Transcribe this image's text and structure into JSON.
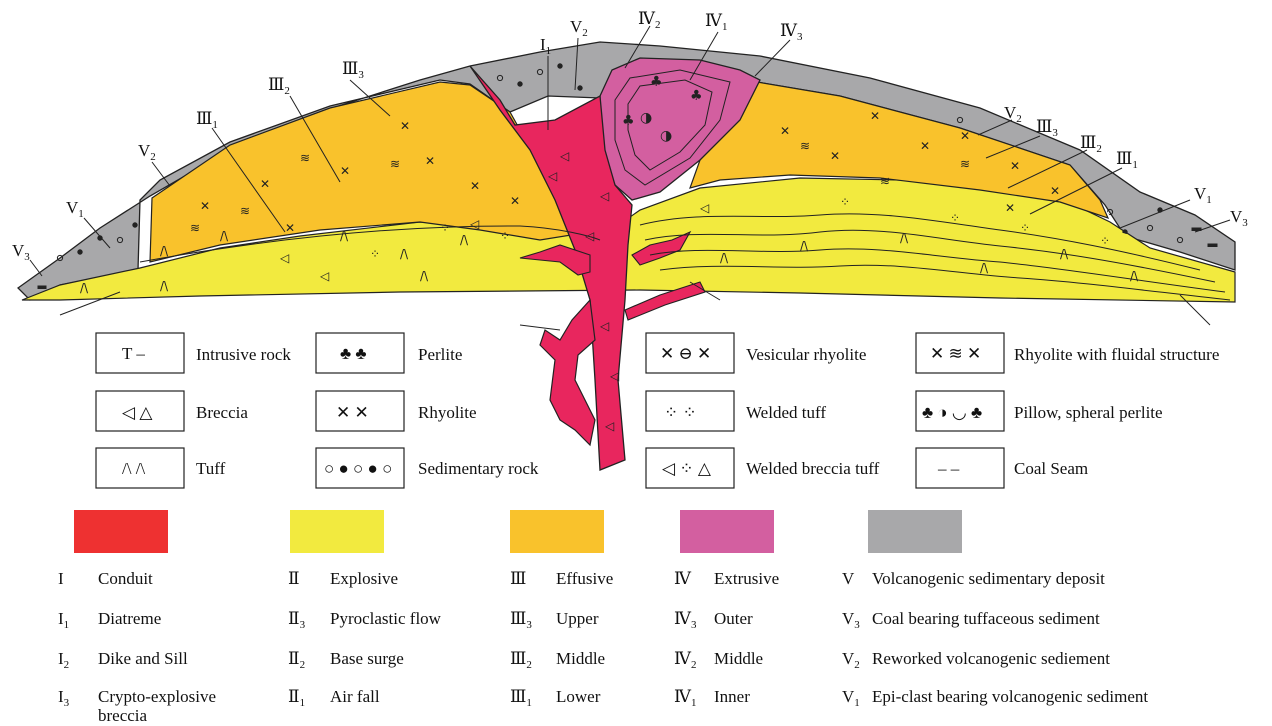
{
  "colors": {
    "conduit": "#e8265e",
    "explosive": "#f2ea3f",
    "effusive": "#f9c22c",
    "extrusive": "#d35fa0",
    "sedimentary": "#a8a8aa",
    "swatch_conduit": "#ee3131"
  },
  "section_labels": {
    "I1": {
      "main": "I",
      "sub": "1"
    },
    "IV2": {
      "main": "Ⅳ",
      "sub": "2"
    },
    "IV1": {
      "main": "Ⅳ",
      "sub": "1"
    },
    "IV3": {
      "main": "Ⅳ",
      "sub": "3"
    },
    "V2_top": {
      "main": "V",
      "sub": "2"
    },
    "III3_left": {
      "main": "Ⅲ",
      "sub": "3"
    },
    "III2_left": {
      "main": "Ⅲ",
      "sub": "2"
    },
    "III1_left": {
      "main": "Ⅲ",
      "sub": "1"
    },
    "V2_left": {
      "main": "V",
      "sub": "2"
    },
    "V1_left": {
      "main": "V",
      "sub": "1"
    },
    "V3_left": {
      "main": "V",
      "sub": "3"
    },
    "V2_right": {
      "main": "V",
      "sub": "2"
    },
    "III3_right": {
      "main": "Ⅲ",
      "sub": "3"
    },
    "III2_right": {
      "main": "Ⅲ",
      "sub": "2"
    },
    "III1_right": {
      "main": "Ⅲ",
      "sub": "1"
    },
    "V1_right": {
      "main": "V",
      "sub": "1"
    },
    "V3_right": {
      "main": "V",
      "sub": "3"
    }
  },
  "symbol_legend": [
    {
      "key": "intrusive",
      "label": "Intrusive rock",
      "symbol": "T –"
    },
    {
      "key": "perlite",
      "label": "Perlite",
      "symbol": "♣ ♣"
    },
    {
      "key": "vesicular",
      "label": "Vesicular rhyolite",
      "symbol": "✕ ⊖ ✕"
    },
    {
      "key": "fluidal",
      "label": "Rhyolite with fluidal structure",
      "symbol": "✕ ≋ ✕"
    },
    {
      "key": "breccia",
      "label": "Breccia",
      "symbol": "◁ △"
    },
    {
      "key": "rhyolite",
      "label": "Rhyolite",
      "symbol": "✕ ✕"
    },
    {
      "key": "welded_tuff",
      "label": "Welded tuff",
      "symbol": "⁘ ⁘"
    },
    {
      "key": "pillow",
      "label": "Pillow, spheral perlite",
      "symbol": "♣ ◑ ◡ ♣"
    },
    {
      "key": "tuff",
      "label": "Tuff",
      "symbol": "/\\ /\\"
    },
    {
      "key": "sedimentary",
      "label": "Sedimentary  rock",
      "symbol": "○ ● ○ ● ○"
    },
    {
      "key": "welded_breccia",
      "label": "Welded breccia tuff",
      "symbol": "◁ ⁘ △"
    },
    {
      "key": "coal",
      "label": "Coal Seam",
      "symbol": "– –"
    }
  ],
  "unit_legend": {
    "conduit": {
      "head": {
        "num": "I",
        "sub": "",
        "label": "Conduit"
      },
      "items": [
        {
          "num": "I",
          "sub": "1",
          "label": "Diatreme"
        },
        {
          "num": "I",
          "sub": "2",
          "label": "Dike and Sill"
        },
        {
          "num": "I",
          "sub": "3",
          "label": "Crypto-explosive",
          "label2": "breccia"
        }
      ]
    },
    "explosive": {
      "head": {
        "num": "Ⅱ",
        "sub": "",
        "label": "Explosive"
      },
      "items": [
        {
          "num": "Ⅱ",
          "sub": "3",
          "label": "Pyroclastic flow"
        },
        {
          "num": "Ⅱ",
          "sub": "2",
          "label": "Base surge"
        },
        {
          "num": "Ⅱ",
          "sub": "1",
          "label": "Air fall"
        }
      ]
    },
    "effusive": {
      "head": {
        "num": "Ⅲ",
        "sub": "",
        "label": "Effusive"
      },
      "items": [
        {
          "num": "Ⅲ",
          "sub": "3",
          "label": "Upper"
        },
        {
          "num": "Ⅲ",
          "sub": "2",
          "label": "Middle"
        },
        {
          "num": "Ⅲ",
          "sub": "1",
          "label": "Lower"
        }
      ]
    },
    "extrusive": {
      "head": {
        "num": "Ⅳ",
        "sub": "",
        "label": "Extrusive"
      },
      "items": [
        {
          "num": "Ⅳ",
          "sub": "3",
          "label": "Outer"
        },
        {
          "num": "Ⅳ",
          "sub": "2",
          "label": "Middle"
        },
        {
          "num": "Ⅳ",
          "sub": "1",
          "label": "Inner"
        }
      ]
    },
    "sedimentary": {
      "head": {
        "num": "V",
        "sub": "",
        "label": "Volcanogenic sedimentary deposit"
      },
      "items": [
        {
          "num": "V",
          "sub": "3",
          "label": "Coal bearing tuffaceous sediment"
        },
        {
          "num": "V",
          "sub": "2",
          "label": "Reworked volcanogenic sediement"
        },
        {
          "num": "V",
          "sub": "1",
          "label": "Epi-clast bearing volcanogenic sediment"
        }
      ]
    }
  }
}
